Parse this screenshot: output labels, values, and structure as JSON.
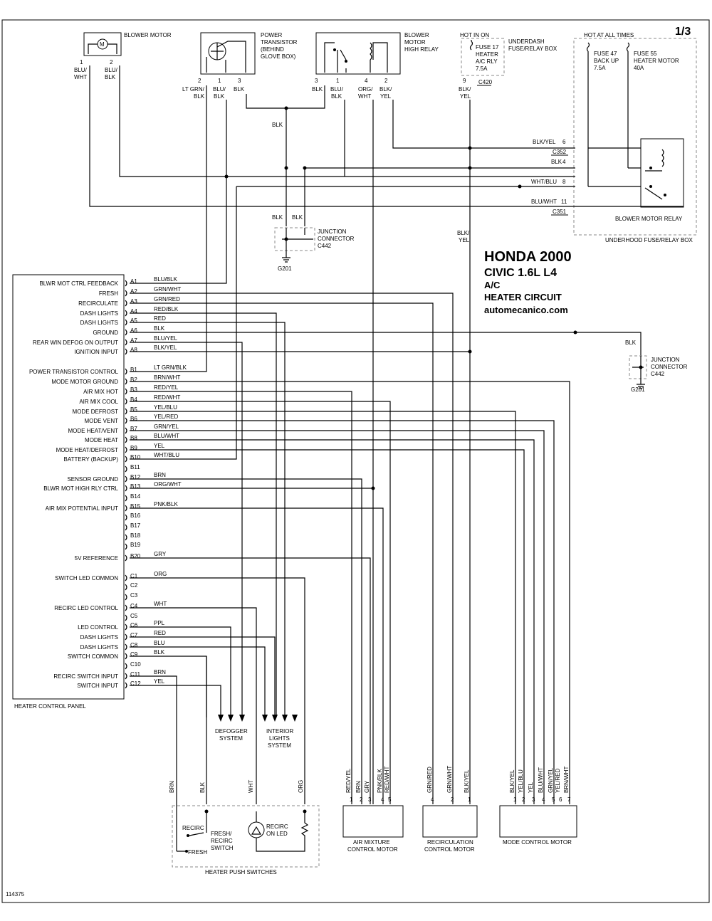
{
  "page_number": "1/3",
  "footer_id": "114375",
  "title": {
    "line1": "HONDA 2000",
    "line2": "CIVIC  1.6L  L4",
    "line3": "A/C",
    "line4": "HEATER CIRCUIT",
    "line5": "automecanico.com"
  },
  "top": {
    "blower_motor": {
      "label": "BLOWER MOTOR",
      "pins": [
        "1",
        "2"
      ],
      "wires": [
        "BLU/\nWHT",
        "BLU/\nBLK"
      ]
    },
    "power_transistor": {
      "label": [
        "POWER",
        "TRANSISTOR",
        "(BEHIND",
        "GLOVE BOX)"
      ],
      "pins": [
        "2",
        "1",
        "3"
      ],
      "wires": [
        "LT GRN/\nBLK",
        "BLU/\nBLK",
        "BLK"
      ]
    },
    "high_relay": {
      "label": [
        "BLOWER",
        "MOTOR",
        "HIGH RELAY"
      ],
      "pins": [
        "3",
        "1",
        "4",
        "2"
      ],
      "wires": [
        "BLK",
        "BLU/\nBLK",
        "ORG/\nWHT",
        "BLK/\nYEL"
      ]
    },
    "hot_in_on": "HOT IN ON",
    "fuse17": [
      "FUSE 17",
      "HEATER",
      "A/C RLY",
      "7.5A"
    ],
    "underdash_box": [
      "UNDERDASH",
      "FUSE/RELAY BOX"
    ],
    "fuse17_pin": "9",
    "c420": "C420",
    "fuse17_wire": "BLK/\nYEL",
    "hot_at_all_times": "HOT AT ALL TIMES",
    "fuse47": [
      "FUSE 47",
      "BACK UP",
      "7.5A"
    ],
    "fuse55": [
      "FUSE 55",
      "HEATER MOTOR",
      "40A"
    ],
    "relay_wires": [
      {
        "label": "BLK/YEL",
        "pin": "6"
      },
      {
        "label": "BLK",
        "pin": "4"
      },
      {
        "label": "WHT/BLU",
        "pin": "8"
      },
      {
        "label": "BLU/WHT",
        "pin": "11"
      }
    ],
    "c352": "C352",
    "c351": "C351",
    "blower_motor_relay": "BLOWER MOTOR RELAY",
    "underhood_box": "UNDERHOOD FUSE/RELAY BOX",
    "blk_center": "BLK",
    "jc_wires": [
      "BLK",
      "BLK"
    ],
    "junction_connector": [
      "JUNCTION",
      "CONNECTOR",
      "C442"
    ],
    "g201": "G201",
    "blk_yel_right": "BLK/\nYEL"
  },
  "panel": {
    "name": "HEATER CONTROL PANEL",
    "pins": [
      {
        "fn": "BLWR MOT CTRL FEEDBACK",
        "pin": "A1",
        "wire": "BLU/BLK"
      },
      {
        "fn": "FRESH",
        "pin": "A2",
        "wire": "GRN/WHT"
      },
      {
        "fn": "RECIRCULATE",
        "pin": "A3",
        "wire": "GRN/RED"
      },
      {
        "fn": "DASH LIGHTS",
        "pin": "A4",
        "wire": "RED/BLK"
      },
      {
        "fn": "DASH LIGHTS",
        "pin": "A5",
        "wire": "RED"
      },
      {
        "fn": "GROUND",
        "pin": "A6",
        "wire": "BLK"
      },
      {
        "fn": "REAR WIN DEFOG ON OUTPUT",
        "pin": "A7",
        "wire": "BLU/YEL"
      },
      {
        "fn": "IGNITION INPUT",
        "pin": "A8",
        "wire": "BLK/YEL"
      },
      {
        "fn": "POWER TRANSISTOR CONTROL",
        "pin": "B1",
        "wire": "LT GRN/BLK"
      },
      {
        "fn": "MODE MOTOR GROUND",
        "pin": "B2",
        "wire": "BRN/WHT"
      },
      {
        "fn": "AIR MIX HOT",
        "pin": "B3",
        "wire": "RED/YEL"
      },
      {
        "fn": "AIR MIX COOL",
        "pin": "B4",
        "wire": "RED/WHT"
      },
      {
        "fn": "MODE DEFROST",
        "pin": "B5",
        "wire": "YEL/BLU"
      },
      {
        "fn": "MODE VENT",
        "pin": "B6",
        "wire": "YEL/RED"
      },
      {
        "fn": "MODE HEAT/VENT",
        "pin": "B7",
        "wire": "GRN/YEL"
      },
      {
        "fn": "MODE HEAT",
        "pin": "B8",
        "wire": "BLU/WHT"
      },
      {
        "fn": "MODE HEAT/DEFROST",
        "pin": "B9",
        "wire": "YEL"
      },
      {
        "fn": "BATTERY (BACKUP)",
        "pin": "B10",
        "wire": "WHT/BLU"
      },
      {
        "fn": "",
        "pin": "B11",
        "wire": ""
      },
      {
        "fn": "SENSOR GROUND",
        "pin": "B12",
        "wire": "BRN"
      },
      {
        "fn": "BLWR MOT HIGH RLY CTRL",
        "pin": "B13",
        "wire": "ORG/WHT"
      },
      {
        "fn": "",
        "pin": "B14",
        "wire": ""
      },
      {
        "fn": "AIR MIX POTENTIAL INPUT",
        "pin": "B15",
        "wire": "PNK/BLK"
      },
      {
        "fn": "",
        "pin": "B16",
        "wire": ""
      },
      {
        "fn": "",
        "pin": "B17",
        "wire": ""
      },
      {
        "fn": "",
        "pin": "B18",
        "wire": ""
      },
      {
        "fn": "",
        "pin": "B19",
        "wire": ""
      },
      {
        "fn": "5V REFERENCE",
        "pin": "B20",
        "wire": "GRY"
      },
      {
        "fn": "SWITCH LED COMMON",
        "pin": "C1",
        "wire": "ORG"
      },
      {
        "fn": "",
        "pin": "C2",
        "wire": ""
      },
      {
        "fn": "",
        "pin": "C3",
        "wire": ""
      },
      {
        "fn": "RECIRC LED CONTROL",
        "pin": "C4",
        "wire": "WHT"
      },
      {
        "fn": "",
        "pin": "C5",
        "wire": ""
      },
      {
        "fn": "LED CONTROL",
        "pin": "C6",
        "wire": "PPL"
      },
      {
        "fn": "DASH LIGHTS",
        "pin": "C7",
        "wire": "RED"
      },
      {
        "fn": "DASH LIGHTS",
        "pin": "C8",
        "wire": "BLU"
      },
      {
        "fn": "SWITCH COMMON",
        "pin": "C9",
        "wire": "BLK"
      },
      {
        "fn": "",
        "pin": "C10",
        "wire": ""
      },
      {
        "fn": "RECIRC SWITCH INPUT",
        "pin": "C11",
        "wire": "BRN"
      },
      {
        "fn": "SWITCH INPUT",
        "pin": "C12",
        "wire": "YEL"
      }
    ]
  },
  "right_ground": {
    "wire": "BLK",
    "junction_connector": [
      "JUNCTION",
      "CONNECTOR",
      "C442"
    ],
    "g201": "G201"
  },
  "defogger": [
    "DEFOGGER",
    "SYSTEM"
  ],
  "interior_lights": [
    "INTERIOR",
    "LIGHTS",
    "SYSTEM"
  ],
  "switches": {
    "wires": [
      "BRN",
      "BLK",
      "WHT",
      "ORG"
    ],
    "recirc": "RECIRC",
    "fresh": "FRESH",
    "switch_label": [
      "FRESH/",
      "RECIRC",
      "SWITCH"
    ],
    "led_label": [
      "RECIRC",
      "ON LED"
    ],
    "name": "HEATER PUSH SWITCHES"
  },
  "motors": [
    {
      "name": [
        "AIR MIXTURE",
        "CONTROL MOTOR"
      ],
      "wires": [
        "RED/YEL",
        "BRN",
        "GRY",
        "PNK/BLK",
        "RED/WHT"
      ],
      "pins": [
        "1",
        "2",
        "3",
        "4",
        "5"
      ]
    },
    {
      "name": [
        "RECIRCULATION",
        "CONTROL MOTOR"
      ],
      "wires": [
        "GRN/RED",
        "GRN/WHT",
        "BLK/YEL"
      ],
      "pins": [
        "4",
        "2",
        "1"
      ]
    },
    {
      "name": [
        "MODE CONTROL MOTOR"
      ],
      "wires": [
        "BLK/YEL",
        "YEL/BLU",
        "YEL",
        "BLU/WHT",
        "GRN/YEL",
        "YEL/RED",
        "BRN/WHT"
      ],
      "pins": [
        "1",
        "2",
        "3",
        "4",
        "5",
        "6",
        "7"
      ]
    }
  ]
}
